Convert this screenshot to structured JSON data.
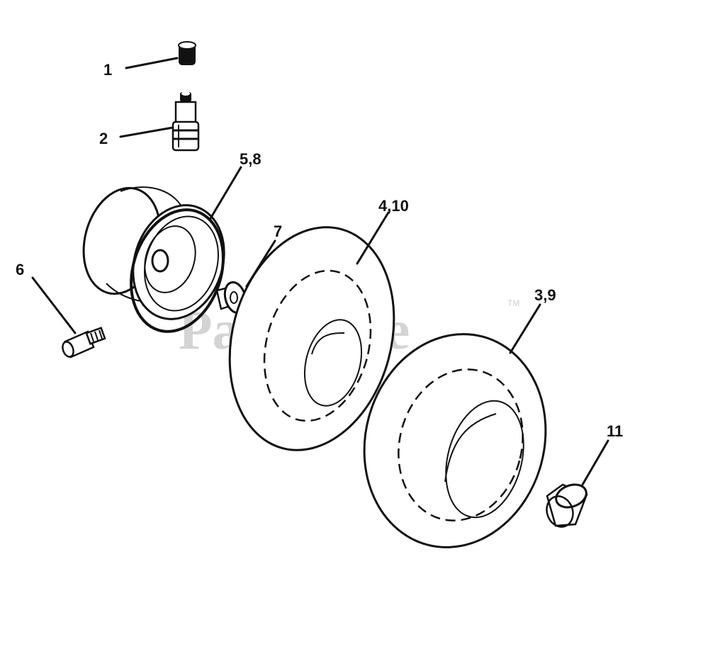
{
  "watermark": {
    "text": "PartsTree",
    "trademark": "TM"
  },
  "callouts": [
    {
      "id": "c1",
      "label": "1"
    },
    {
      "id": "c2",
      "label": "2"
    },
    {
      "id": "c58",
      "label": "5,8"
    },
    {
      "id": "c7",
      "label": "7"
    },
    {
      "id": "c6",
      "label": "6"
    },
    {
      "id": "c410",
      "label": "4,10"
    },
    {
      "id": "c39",
      "label": "3,9"
    },
    {
      "id": "c11",
      "label": "11"
    }
  ]
}
